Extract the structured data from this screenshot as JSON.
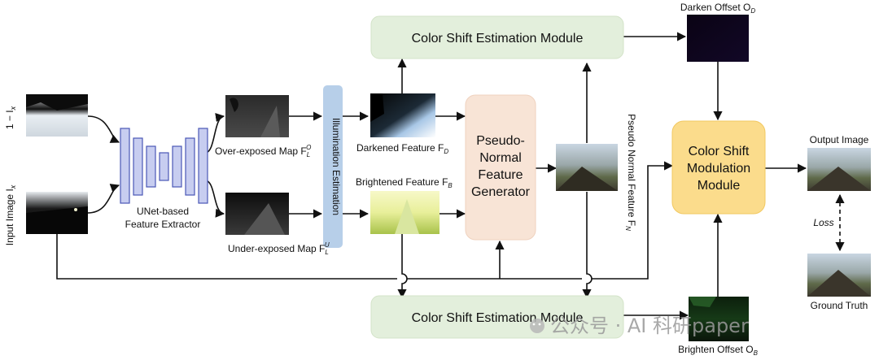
{
  "inputs": {
    "inverted": "1 − I",
    "inverted_sub": "x",
    "input": "Input Image I",
    "input_sub": "x"
  },
  "extractor": {
    "line1": "UNet-based",
    "line2": "Feature Extractor"
  },
  "maps": {
    "over": "Over-exposed Map F",
    "over_sub": "L",
    "over_sup": "O",
    "under": "Under-exposed Map F",
    "under_sub": "L",
    "under_sup": "U"
  },
  "illumination": "Illumination Estimation",
  "features": {
    "darkened": "Darkened Feature F",
    "darkened_sub": "D",
    "brightened": "Brightened Feature F",
    "brightened_sub": "B"
  },
  "generator": {
    "line1": "Pseudo-",
    "line2": "Normal",
    "line3": "Feature",
    "line4": "Generator"
  },
  "pseudo_normal": {
    "label": "Pseudo Normal Feature F",
    "sub": "N"
  },
  "csem_top": "Color Shift Estimation Module",
  "csem_bottom": "Color Shift Estimation Module",
  "darken_offset": {
    "label": "Darken Offset O",
    "sub": "D"
  },
  "brighten_offset": {
    "label": "Brighten Offset O",
    "sub": "B"
  },
  "modulation": {
    "line1": "Color Shift",
    "line2": "Modulation",
    "line3": "Module"
  },
  "output": "Output Image",
  "loss": "Loss",
  "ground_truth": "Ground Truth",
  "watermark": "公众号 · AI 科研paper",
  "colors": {
    "csem_fill": "#e3efdc",
    "generator_fill": "#f8e4d6",
    "modulation_fill": "#fbdc8c",
    "illumination_fill": "#b7cfe9",
    "unet_fill": "#c7cdf0",
    "unet_stroke": "#4a57b6"
  }
}
